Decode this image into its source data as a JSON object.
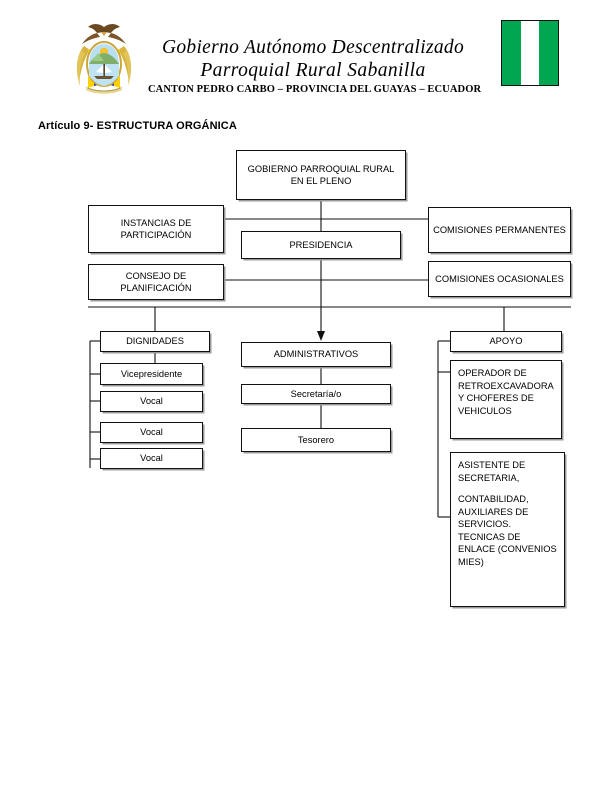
{
  "header": {
    "emblem_icon": "ecuador-coat-of-arms-icon",
    "flag_icon": "sabanilla-flag-icon",
    "flag_colors": [
      "#00a650",
      "#ffffff",
      "#00a650"
    ],
    "title_line1": "Gobierno Autónomo Descentralizado",
    "title_line2": "Parroquial Rural Sabanilla",
    "subtitle": "CANTON PEDRO CARBO – PROVINCIA DEL GUAYAS – ECUADOR"
  },
  "article": {
    "heading": "Artículo 9- ESTRUCTURA ORGÁNICA"
  },
  "chart_data": {
    "type": "diagram",
    "title": "Artículo 9- ESTRUCTURA ORGÁNICA",
    "nodes": {
      "pleno": "GOBIERNO PARROQUIAL RURAL EN EL PLENO",
      "instancias": "INSTANCIAS DE PARTICIPACIÓN",
      "presidencia": "PRESIDENCIA",
      "comisiones_permanentes": "COMISIONES PERMANENTES",
      "consejo": "CONSEJO DE PLANIFICACIÓN",
      "comisiones_ocasionales": "COMISIONES OCASIONALES",
      "dignidades": "DIGNIDADES",
      "administrativos": "ADMINISTRATIVOS",
      "apoyo": "APOYO",
      "vicepresidente": "Vicepresidente",
      "vocal1": "Vocal",
      "vocal2": "Vocal",
      "vocal3": "Vocal",
      "secretaria": "Secretaría/o",
      "tesorero": "Tesorero",
      "operador": "OPERADOR DE RETROEXCAVADORA Y CHOFERES DE VEHICULOS",
      "asistente_p1": "ASISTENTE DE SECRETARIA,",
      "asistente_p2": "CONTABILIDAD, AUXILIARES DE SERVICIOS. TECNICAS DE ENLACE (CONVENIOS MIES)"
    }
  },
  "colors": {
    "border": "#111111",
    "shadow": "#9a9a9a",
    "flag_green": "#00a650",
    "text": "#000000"
  }
}
